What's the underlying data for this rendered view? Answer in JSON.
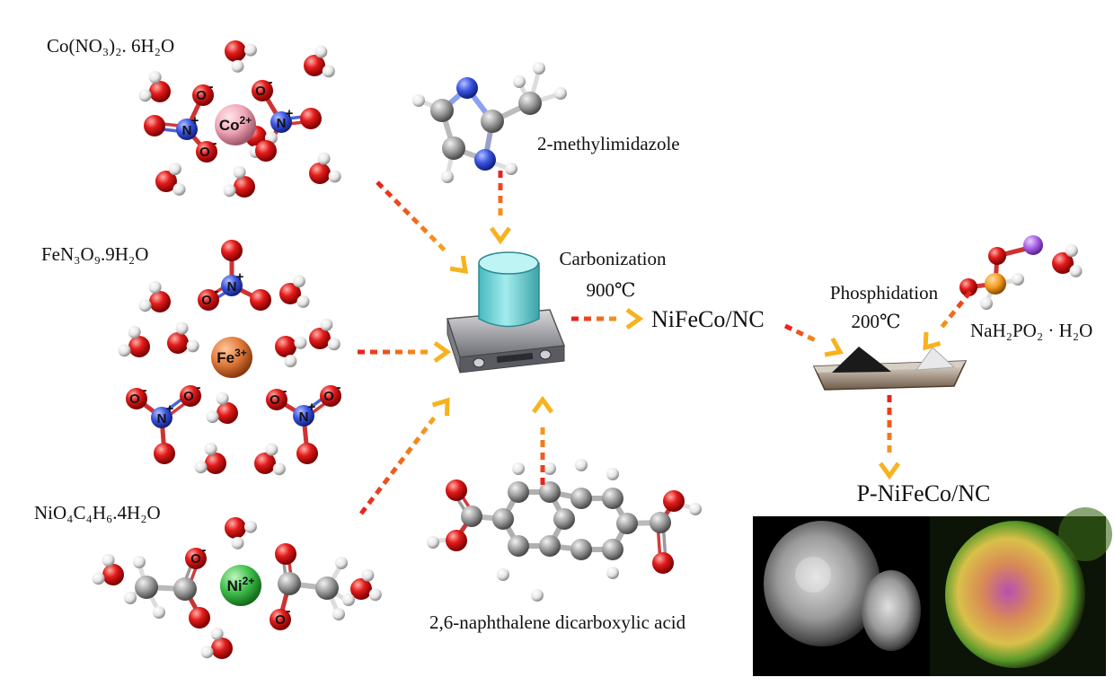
{
  "reactants": {
    "cobalt": {
      "formula": "Co(NO₃)₂. 6H₂O",
      "ion": "Co",
      "ion_charge": "2+",
      "color": "#f0a6b6"
    },
    "iron": {
      "formula": "FeN₃O₉.9H₂O",
      "ion": "Fe",
      "ion_charge": "3+",
      "color": "#e07a3a"
    },
    "nickel": {
      "formula": "NiO₄C₄H₆.4H₂O",
      "ion": "Ni",
      "ion_charge": "2+",
      "color": "#3fbf4a"
    }
  },
  "ligands": {
    "imidazole": "2-methylimidazole",
    "naphthalene": "2,6-naphthalene dicarboxylic acid"
  },
  "atom_labels": {
    "nitrogen": "N",
    "oxygen": "O",
    "plus": "+",
    "minus": "-"
  },
  "steps": {
    "carbonization": {
      "label": "Carbonization",
      "temp": "900℃"
    },
    "phosphidation": {
      "label": "Phosphidation",
      "temp": "200℃"
    }
  },
  "intermediate": "NiFeCo/NC",
  "reagent": "NaH₂PO₂ · H₂O",
  "product": "P-NiFeCo/NC",
  "colors": {
    "arrow_start": "#e8241c",
    "arrow_end": "#f7b21e",
    "oxygen": "#e31b1b",
    "nitrogen": "#3b55e0",
    "carbon": "#9a9a9a",
    "hydrogen": "#f2f2f2",
    "phosphorus": "#f29a1e",
    "sodium": "#a75ee6",
    "hotplate_jar": "#6fd2d6"
  }
}
